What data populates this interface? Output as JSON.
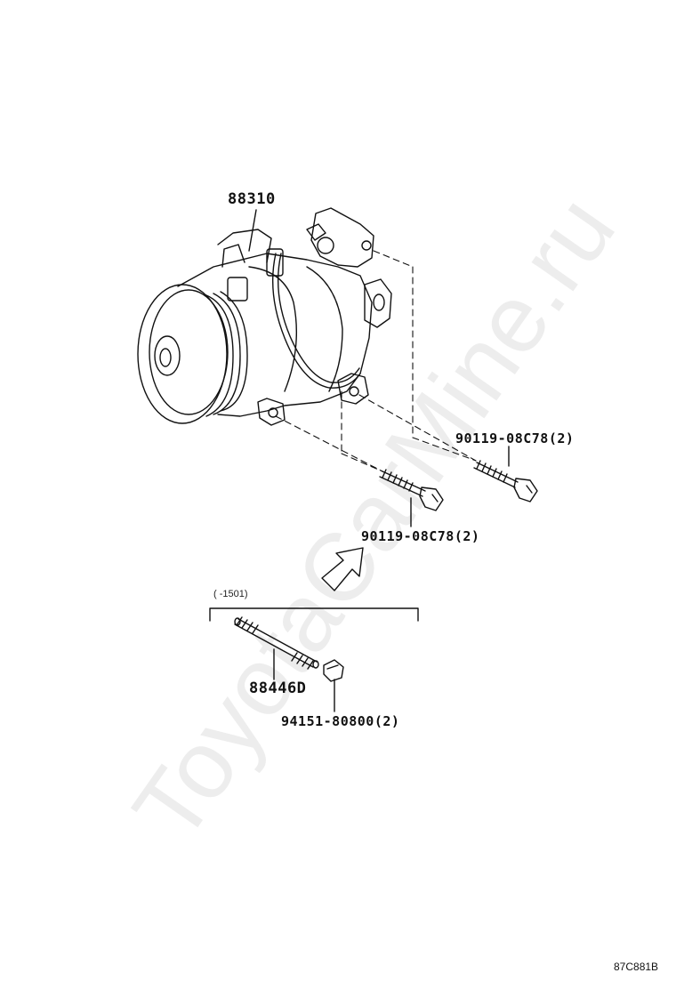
{
  "watermark": "ToyotaCarMine.ru",
  "diagram_code": "87C881B",
  "date_range": "(      -1501)",
  "parts": {
    "compressor": "88310",
    "bolt_upper": "90119-08C78(2)",
    "bolt_lower": "90119-08C78(2)",
    "stud": "88446D",
    "nut": "94151-80800(2)"
  }
}
